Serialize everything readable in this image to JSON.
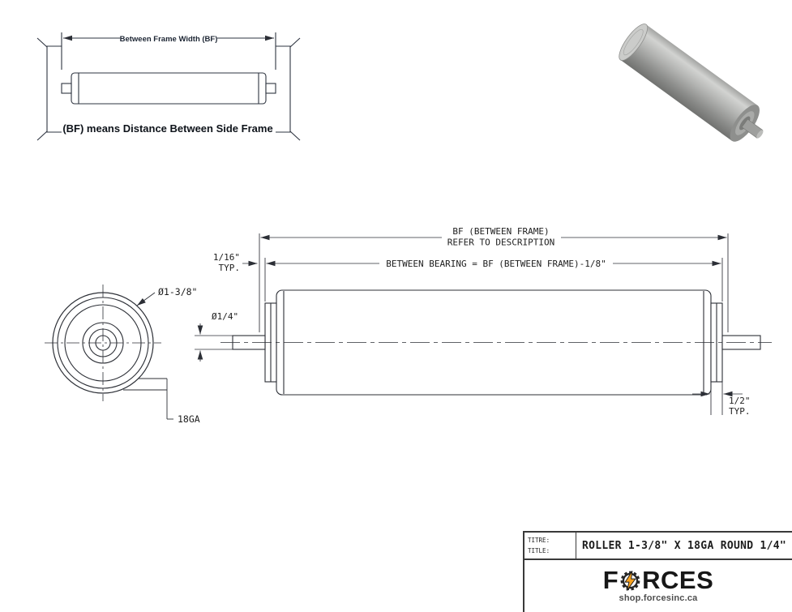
{
  "legend": {
    "dim_label": "Between Frame Width (BF)",
    "caption": "(BF) means Distance Between Side Frame"
  },
  "end_view": {
    "dia": "Ø1-3/8\"",
    "gauge": "18GA"
  },
  "side_view": {
    "bf_line1": "BF (BETWEEN FRAME)",
    "bf_line2": "REFER TO DESCRIPTION",
    "between_bearing": "BETWEEN BEARING = BF (BETWEEN FRAME)-1/8\"",
    "gap_1": "1/16\"",
    "gap_2": "TYP.",
    "shaft_dia": "Ø1/4\"",
    "cap_1": "1/2\"",
    "cap_2": "TYP."
  },
  "title_block": {
    "titre": "TITRE:",
    "title_lbl": "TITLE:",
    "title": "ROLLER 1-3/8\" X 18GA ROUND 1/4\""
  },
  "brand": {
    "part1": "F",
    "part2": "RCES",
    "site": "shop.forcesinc.ca",
    "accent": "#f6a01e"
  }
}
